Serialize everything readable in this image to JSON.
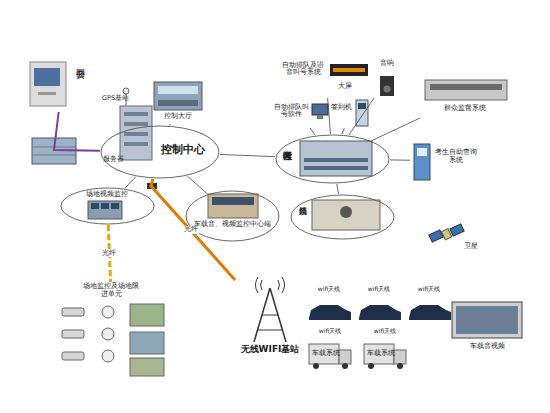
{
  "diagram": {
    "nodes": [
      {
        "text": [
          "公安网"
        ]
      },
      {
        "text": [
          "控制大厅"
        ]
      },
      {
        "text": [
          "控制中心"
        ]
      },
      {
        "text": [
          "场地视频监控"
        ]
      },
      {
        "text": [
          "车载音、视频监控中心端"
        ]
      },
      {
        "text": [
          "场地监控及场地限进单元"
        ]
      },
      {
        "text": [
          "无线WIFI基站"
        ]
      },
      {
        "text": [
          "wifi天线"
        ]
      },
      {
        "text": [
          "wifi天线"
        ]
      },
      {
        "text": [
          "wifi天线"
        ]
      },
      {
        "text": [
          "wifi天线",
          "车载系统"
        ]
      },
      {
        "text": [
          "wifi天线",
          "车载系统"
        ]
      },
      {
        "text": [
          "车载音视频"
        ]
      },
      {
        "text": [
          "卫星"
        ]
      },
      {
        "text": [
          "候考区"
        ]
      },
      {
        "text": [
          "自动排队及语音叫号系统",
          "大屏"
        ]
      },
      {
        "text": [
          "音响"
        ]
      },
      {
        "text": [
          "自动排队叫号软件"
        ]
      },
      {
        "text": [
          "签到机"
        ]
      },
      {
        "text": [
          "群众监督系统"
        ]
      },
      {
        "text": [
          "考生自助查询系统"
        ]
      },
      {
        "text": [
          "门禁系统"
        ]
      }
    ],
    "edges": [
      {
        "from": 0,
        "to": 2,
        "arrow": "none"
      },
      {
        "from": 1,
        "to": 2,
        "arrow": "none"
      },
      {
        "from": 2,
        "to": 3,
        "arrow": "none"
      },
      {
        "from": 2,
        "to": 4,
        "arrow": "none"
      },
      {
        "from": 3,
        "to": 5,
        "label": "光纤",
        "arrow": "none"
      },
      {
        "from": 2,
        "to": 6,
        "label": "光纤",
        "arrow": "none"
      },
      {
        "from": 2,
        "to": 14,
        "arrow": "none"
      },
      {
        "from": 15,
        "to": 14,
        "arrow": "none"
      },
      {
        "from": 16,
        "to": 14,
        "arrow": "none"
      },
      {
        "from": 17,
        "to": 14,
        "arrow": "none"
      },
      {
        "from": 18,
        "to": 14,
        "arrow": "none"
      },
      {
        "from": 19,
        "to": 14,
        "arrow": "none"
      },
      {
        "from": 20,
        "to": 14,
        "arrow": "none"
      },
      {
        "from": 21,
        "to": 14,
        "arrow": "none"
      }
    ],
    "labels": [
      "GPS基站",
      "服务器"
    ]
  }
}
